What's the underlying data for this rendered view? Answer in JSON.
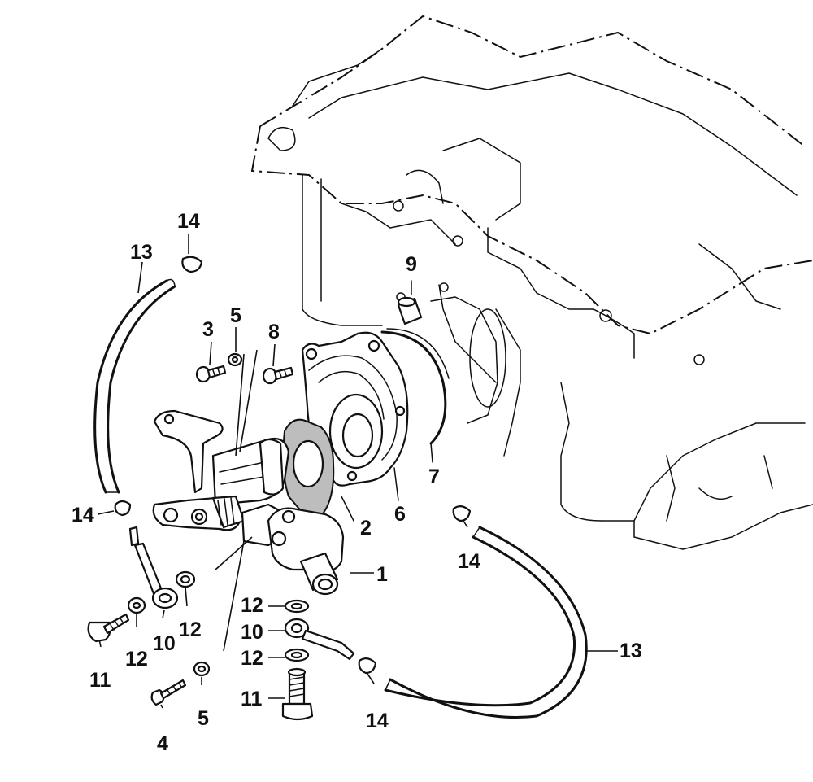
{
  "callouts": [
    {
      "id": "c1",
      "label": "1"
    },
    {
      "id": "c2",
      "label": "2"
    },
    {
      "id": "c3",
      "label": "3"
    },
    {
      "id": "c4",
      "label": "4"
    },
    {
      "id": "c5a",
      "label": "5"
    },
    {
      "id": "c5b",
      "label": "5"
    },
    {
      "id": "c6",
      "label": "6"
    },
    {
      "id": "c7",
      "label": "7"
    },
    {
      "id": "c8",
      "label": "8"
    },
    {
      "id": "c9",
      "label": "9"
    },
    {
      "id": "c10a",
      "label": "10"
    },
    {
      "id": "c10b",
      "label": "10"
    },
    {
      "id": "c11a",
      "label": "11"
    },
    {
      "id": "c11b",
      "label": "11"
    },
    {
      "id": "c12a",
      "label": "12"
    },
    {
      "id": "c12b",
      "label": "12"
    },
    {
      "id": "c12c",
      "label": "12"
    },
    {
      "id": "c12d",
      "label": "12"
    },
    {
      "id": "c13a",
      "label": "13"
    },
    {
      "id": "c13b",
      "label": "13"
    },
    {
      "id": "c14a",
      "label": "14"
    },
    {
      "id": "c14b",
      "label": "14"
    },
    {
      "id": "c14c",
      "label": "14"
    },
    {
      "id": "c14d",
      "label": "14"
    }
  ]
}
